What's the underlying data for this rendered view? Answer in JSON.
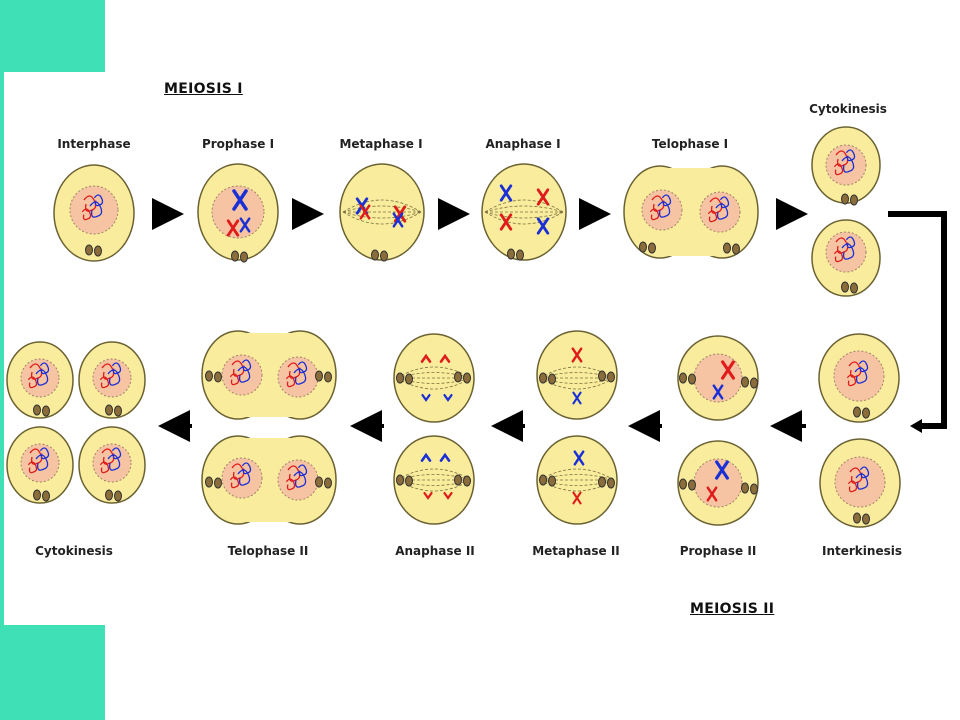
{
  "headings": {
    "meiosis_one": "MEIOSIS I",
    "meiosis_two": "MEIOSIS II"
  },
  "stages_top": [
    "Interphase",
    "Prophase I",
    "Metaphase I",
    "Anaphase I",
    "Telophase I",
    "Cytokinesis"
  ],
  "stages_bottom": [
    "Cytokinesis",
    "Telophase II",
    "Anaphase II",
    "Metaphase II",
    "Prophase II",
    "Interkinesis"
  ],
  "colors": {
    "accent": "#3fe0b6",
    "cell_fill": "#f9ec9c",
    "cell_stroke": "#6b6233",
    "nucleus_fill": "#f6c4a2",
    "chromosome_red": "#e01b1b",
    "chromosome_blue": "#1b2fd6",
    "arrow": "#000000"
  }
}
